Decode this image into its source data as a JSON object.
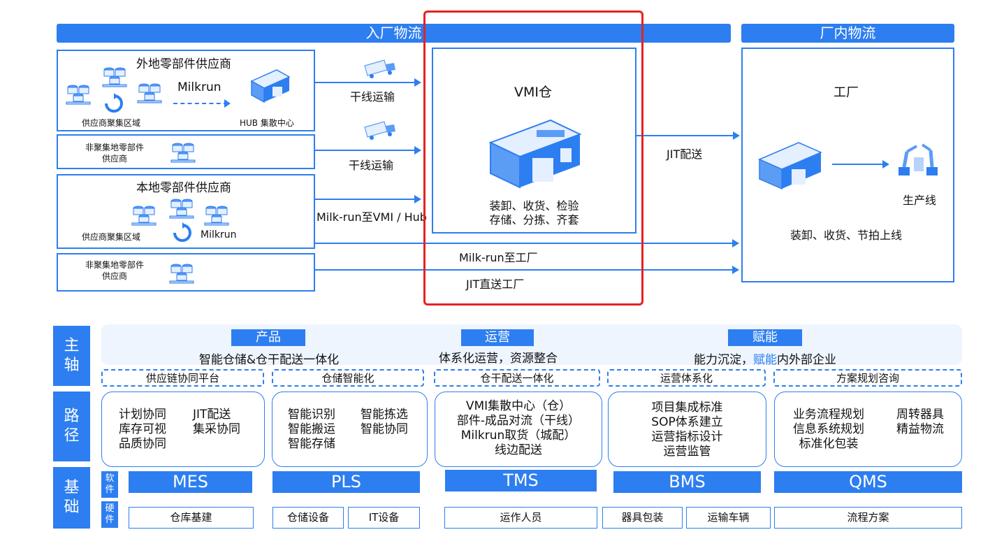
{
  "top": {
    "inbound_title": "入厂物流",
    "inplant_title": "厂内物流",
    "supplier_remote": "外地零部件供应商",
    "milkrun": "Milkrun",
    "supplier_cluster": "供应商聚集区域",
    "hub": "HUB 集散中心",
    "non_cluster_l1": "非聚集地零部件",
    "non_cluster_l2": "供应商",
    "supplier_local": "本地零部件供应商",
    "trunk_1": "干线运输",
    "trunk_2": "干线运输",
    "milkrun_vmi_hub": "Milk-run至VMI / Hub",
    "milkrun_factory": "Milk-run至工厂",
    "jit_direct": "JIT直送工厂",
    "vmi_title": "VMI仓",
    "vmi_line1": "装卸、收货、检验",
    "vmi_line2": "存储、分拣、齐套",
    "jit_delivery": "JIT配送",
    "factory_title": "工厂",
    "production_line": "生产线",
    "factory_ops": "装卸、收货、节拍上线"
  },
  "bottom": {
    "axis_label": [
      "主",
      "轴"
    ],
    "path_label": [
      "路",
      "径"
    ],
    "base_label": [
      "基",
      "础"
    ],
    "soft_label": [
      "软",
      "件"
    ],
    "hard_label": [
      "硬",
      "件"
    ],
    "product": "产品",
    "product_desc": "智能仓储&仓干配送一体化",
    "operation": "运营",
    "operation_desc": "体系化运营，资源整合",
    "enable": "赋能",
    "enable_desc_a": "能力沉淀，",
    "enable_desc_b": "赋能",
    "enable_desc_c": "内外部企业",
    "dashed": [
      "供应链协同平台",
      "仓储智能化",
      "仓干配送一体化",
      "运营体系化",
      "方案规划咨询"
    ],
    "path1_left": [
      "计划协同",
      "库存可视",
      "品质协同"
    ],
    "path1_right": [
      "JIT配送",
      "集采协同"
    ],
    "path2_left": [
      "智能识别",
      "智能搬运",
      "智能存储"
    ],
    "path2_right": [
      "智能拣选",
      "智能协同"
    ],
    "path3": [
      "VMI集散中心（仓）",
      "部件-成品对流（干线）",
      "Milkrun取货（城配）",
      "线边配送"
    ],
    "path4": [
      "项目集成标准",
      "SOP体系建立",
      "运营指标设计",
      "运营监管"
    ],
    "path5_left": [
      "业务流程规划",
      "信息系统规划",
      "标准化包装"
    ],
    "path5_right": [
      "周转器具",
      "精益物流"
    ],
    "software": [
      "MES",
      "PLS",
      "TMS",
      "BMS",
      "QMS"
    ],
    "hardware": [
      "仓库基建",
      "仓储设备",
      "IT设备",
      "运作人员",
      "器具包装",
      "运输车辆",
      "流程方案"
    ]
  },
  "colors": {
    "accent": "#2d7ef0",
    "highlight": "#e52222",
    "panel": "#eef5ff"
  },
  "icons": [
    "pallet-stack-icon",
    "cycle-icon",
    "warehouse-icon",
    "truck-icon",
    "robot-arm-icon"
  ]
}
